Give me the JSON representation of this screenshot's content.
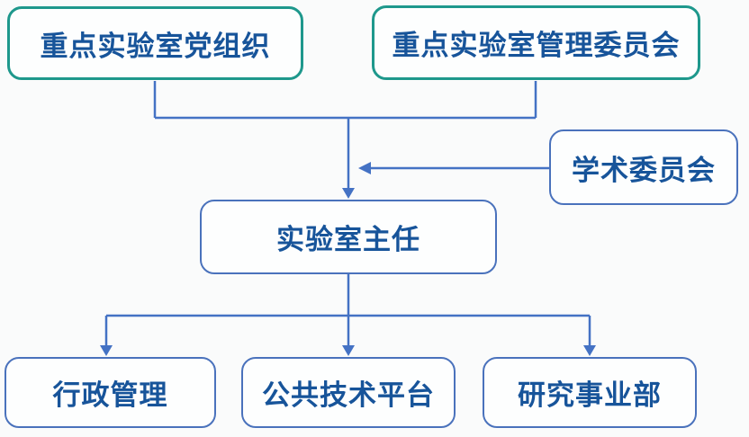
{
  "diagram": {
    "type": "org-chart",
    "nodes": {
      "party": {
        "label": "重点实验室党组织",
        "border_style": "teal"
      },
      "management": {
        "label": "重点实验室管理委员会",
        "border_style": "teal"
      },
      "academic": {
        "label": "学术委员会",
        "border_style": "blue"
      },
      "director": {
        "label": "实验室主任",
        "border_style": "blue"
      },
      "admin": {
        "label": "行政管理",
        "border_style": "blue"
      },
      "platform": {
        "label": "公共技术平台",
        "border_style": "blue"
      },
      "research": {
        "label": "研究事业部",
        "border_style": "blue"
      }
    },
    "edges": [
      {
        "from": "party",
        "to": "director",
        "arrow": true
      },
      {
        "from": "management",
        "to": "director",
        "arrow": true
      },
      {
        "from": "academic",
        "to": "director",
        "arrow": true
      },
      {
        "from": "director",
        "to": "admin",
        "arrow": true
      },
      {
        "from": "director",
        "to": "platform",
        "arrow": true
      },
      {
        "from": "director",
        "to": "research",
        "arrow": true
      }
    ]
  },
  "colors": {
    "teal_border": "#1e988c",
    "blue_border": "#4a72bc",
    "connector": "#4472c4",
    "text_blue": "#17549a",
    "page_bg": "#fafbfb",
    "box_bg": "#fdfefe"
  }
}
